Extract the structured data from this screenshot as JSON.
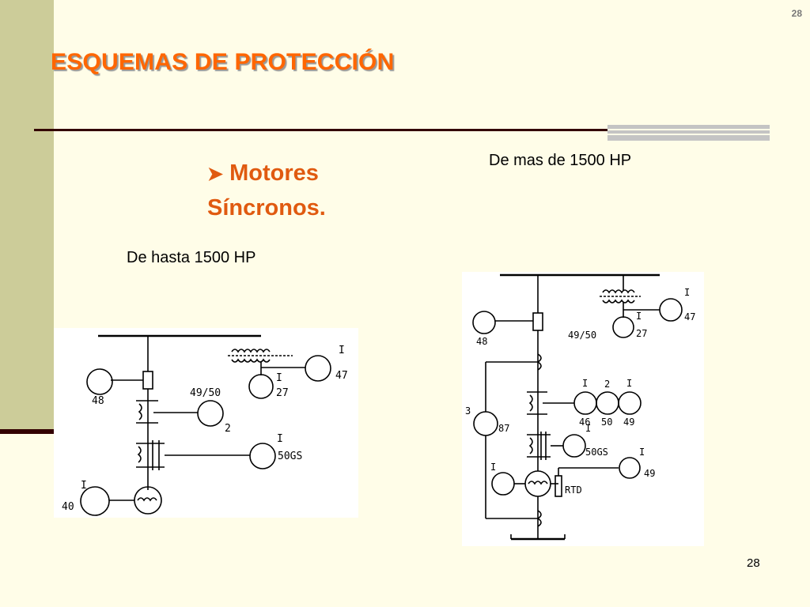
{
  "slide": {
    "page_number_top": "28",
    "title": "ESQUEMAS DE PROTECCIÓN",
    "bullet_icon": "arrowhead-bullet-icon",
    "bullet_text": "Motores Síncronos.",
    "caption_left": "De hasta 1500 HP",
    "caption_right": "De mas de 1500 HP",
    "page_number": "28"
  },
  "colors": {
    "accent_orange": "#ff6600",
    "sidebar": "#cccc99",
    "rule": "#330000",
    "background": "#fffde8"
  },
  "diagram_left": {
    "relay_48": "48",
    "relay_4950": "49/50",
    "relay_2": "2",
    "relay_47": "47",
    "relay_27": "27",
    "relay_50gs": "50GS",
    "relay_40": "40",
    "mark_a": "I",
    "mark_b": "I",
    "mark_c": "I",
    "mark_d": "I"
  },
  "diagram_right": {
    "relay_48": "48",
    "relay_4950": "49/50",
    "relay_47": "47",
    "relay_27": "27",
    "relay_87": "87",
    "relay_3": "3",
    "relay_46": "46",
    "relay_50": "50",
    "relay_49": "49",
    "relay_2": "2",
    "relay_50gs": "50GS",
    "relay_rtd": "RTD",
    "relay_49b": "49",
    "mark_a": "I",
    "mark_b": "I",
    "mark_c": "I",
    "mark_d": "I",
    "mark_e": "I",
    "mark_f": "I",
    "mark_g": "I"
  }
}
